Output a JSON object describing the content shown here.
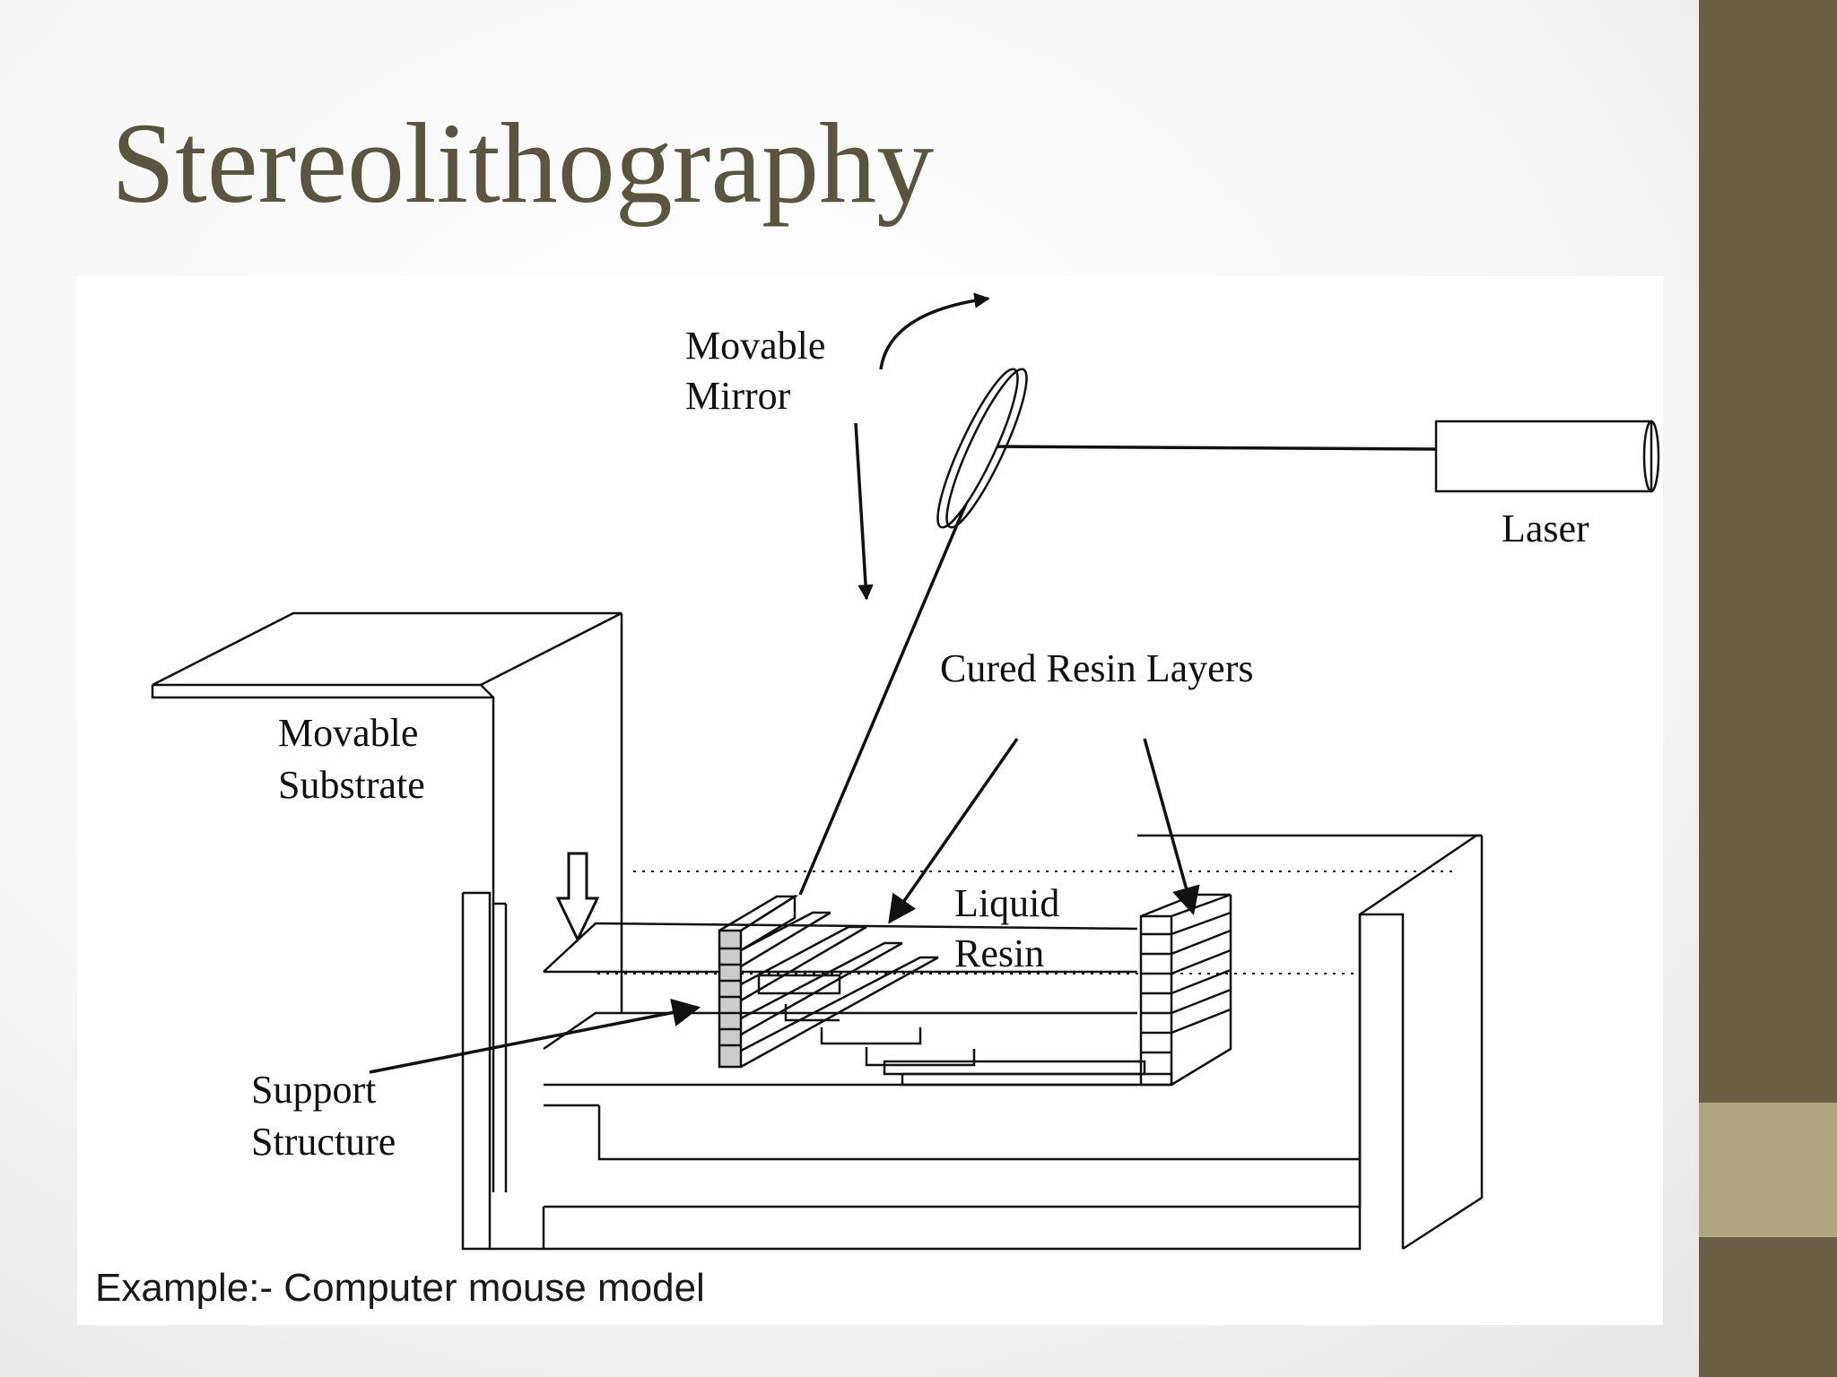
{
  "slide": {
    "title": "Stereolithography",
    "caption": "Example:- Computer mouse model"
  },
  "diagram": {
    "labels": {
      "mirror_line1": "Movable",
      "mirror_line2": "Mirror",
      "laser": "Laser",
      "cured": "Cured Resin Layers",
      "substrate_line1": "Movable",
      "substrate_line2": "Substrate",
      "liquid_line1": "Liquid",
      "liquid_line2": "Resin",
      "support_line1": "Support",
      "support_line2": "Structure"
    }
  },
  "colors": {
    "sidebar": "#6a5e47",
    "sidebar_accent": "#aca77f",
    "title": "#5b5540"
  }
}
